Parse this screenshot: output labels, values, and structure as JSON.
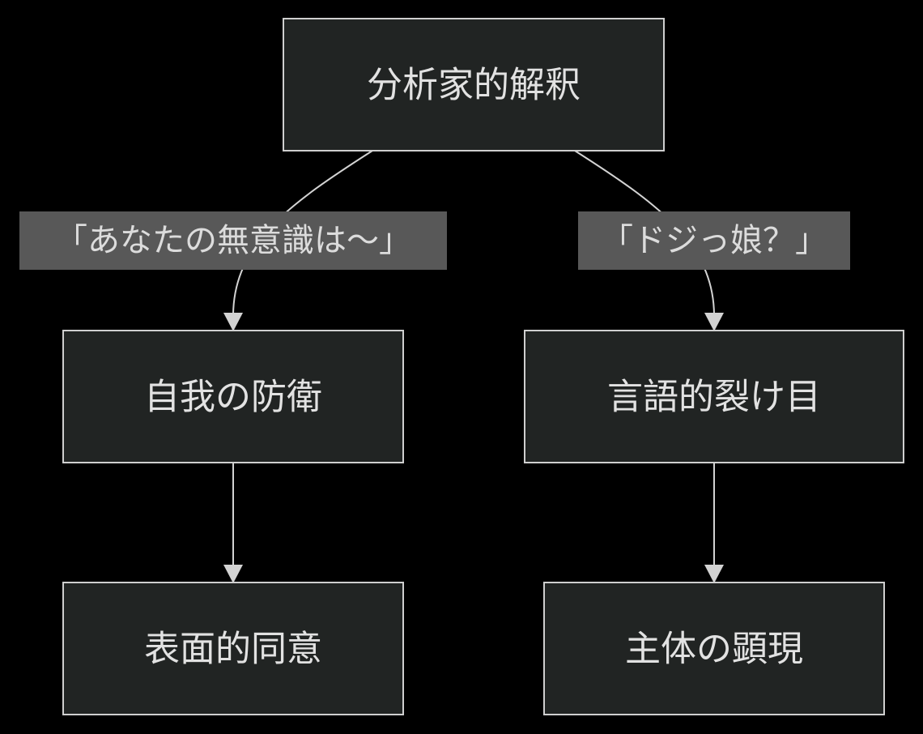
{
  "diagram": {
    "nodes": {
      "root": {
        "label": "分析家的解釈"
      },
      "ego_defense": {
        "label": "自我の防衛"
      },
      "linguistic_rift": {
        "label": "言語的裂け目"
      },
      "surface_agreement": {
        "label": "表面的同意"
      },
      "subject_emergence": {
        "label": "主体の顕現"
      }
    },
    "edges": {
      "root_to_ego": {
        "label": "「あなたの無意識は～」"
      },
      "root_to_rift": {
        "label": "「ドジっ娘？」"
      },
      "ego_to_surface": {
        "label": ""
      },
      "rift_to_subject": {
        "label": ""
      }
    }
  },
  "colors": {
    "background": "#000000",
    "node_fill": "#212423",
    "node_stroke": "#cfcfcf",
    "edge": "#d3d3d3",
    "edge_label_bg": "#585858",
    "text": "#e2e2e2"
  }
}
